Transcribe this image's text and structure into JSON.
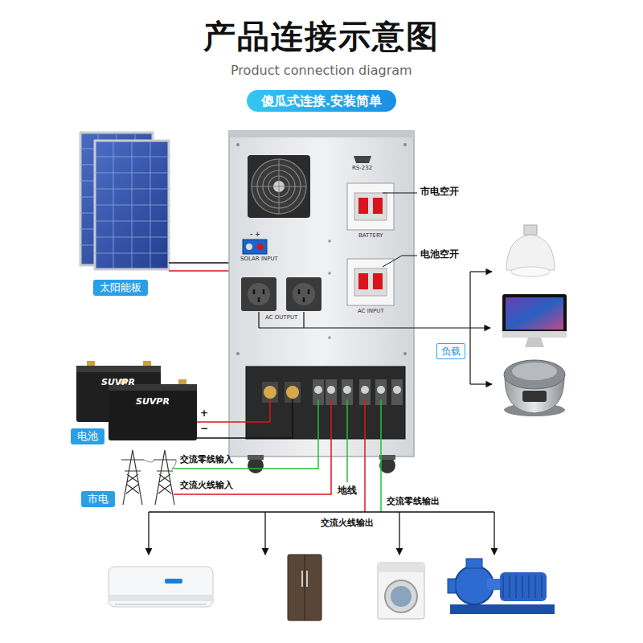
{
  "diagram": {
    "title": "产品连接示意图",
    "nodes": [
      {
        "text": [
          "傻瓜式连接.安装简单"
        ]
      },
      {
        "text": [
          "太阳能板"
        ]
      },
      {
        "text": [
          "电池"
        ]
      },
      {
        "text": [
          "市电"
        ]
      },
      {
        "text": [
          "负载"
        ]
      }
    ],
    "labels": [
      "Product connection diagram",
      "RS-232",
      "市电空开",
      "BATTERY",
      "- +",
      "SOLAR INPUT",
      "电池空开",
      "AC INPUT",
      "AC OUTPUT",
      "SUVPR",
      "SUVPR",
      "+",
      "−",
      "交流零线输入",
      "交流火线输入",
      "地线",
      "交流零线输出",
      "交流火线输出"
    ]
  }
}
